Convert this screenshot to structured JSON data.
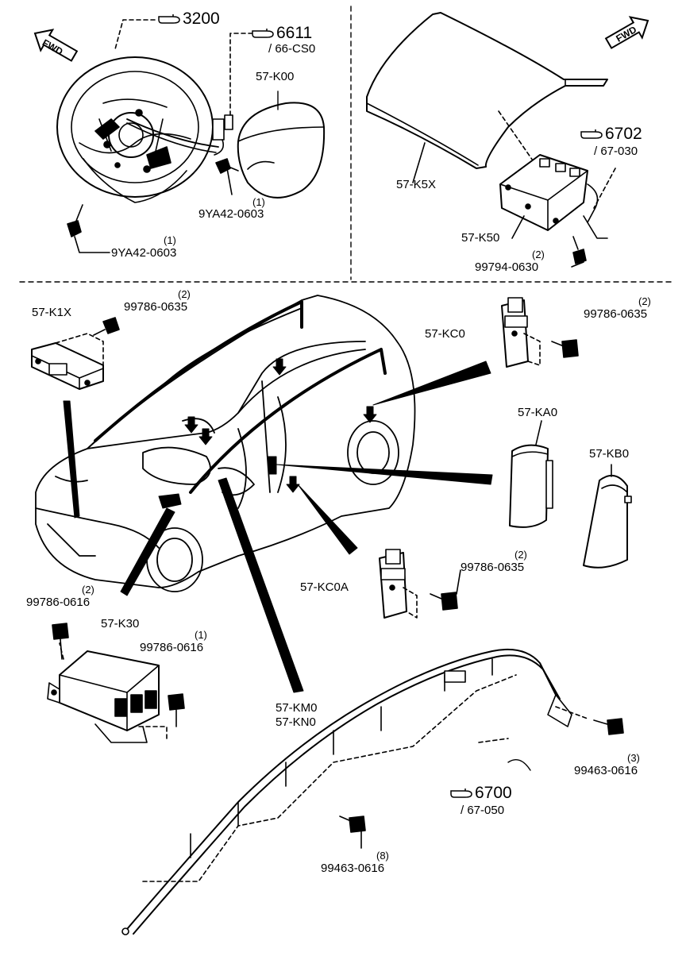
{
  "fwd_label": "FWD",
  "refs": {
    "steering": {
      "code": "3200"
    },
    "clock_spring": {
      "code": "6611",
      "sub": "/ 66-CS0"
    },
    "passenger": {
      "code": "6702",
      "sub": "/ 67-030"
    },
    "harness": {
      "code": "6700",
      "sub": "/ 67-050"
    }
  },
  "parts": {
    "driver_module": "57-K00",
    "bolt_wheel_upper": "9YA42-0603",
    "bolt_wheel_upper_qty": "(1)",
    "bolt_wheel_lower": "9YA42-0603",
    "bolt_wheel_lower_qty": "(1)",
    "dash_cover": "57-K5X",
    "passenger_module": "57-K50",
    "bolt_passenger": "99794-0630",
    "bolt_passenger_qty": "(2)",
    "front_sensor": "57-K1X",
    "bolt_front_sensor": "99786-0635",
    "bolt_front_sensor_qty": "(2)",
    "side_sensor_rear": "57-KC0",
    "bolt_side_sensor_rear": "99786-0635",
    "bolt_side_sensor_rear_qty": "(2)",
    "side_airbag_left": "57-KA0",
    "side_airbag_right": "57-KB0",
    "side_sensor_front": "57-KC0A",
    "bolt_side_sensor_front": "99786-0635",
    "bolt_side_sensor_front_qty": "(2)",
    "control_bolt_a": "99786-0616",
    "control_bolt_a_qty": "(2)",
    "control_unit": "57-K30",
    "control_bolt_b": "99786-0616",
    "control_bolt_b_qty": "(1)",
    "curtain_left": "57-KM0",
    "curtain_right": "57-KN0",
    "bolt_curtain_rear": "99463-0616",
    "bolt_curtain_rear_qty": "(3)",
    "bolt_curtain_mid": "99463-0616",
    "bolt_curtain_mid_qty": "(8)"
  }
}
